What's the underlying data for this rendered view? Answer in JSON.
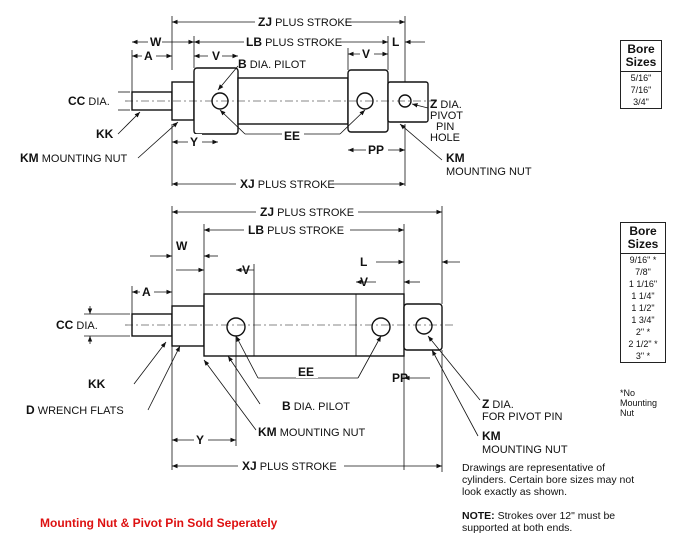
{
  "top": {
    "zj": "ZJ",
    "zj_text": "PLUS STROKE",
    "w": "W",
    "lb": "LB",
    "lb_text": "PLUS STROKE",
    "v1": "V",
    "v2": "V",
    "l": "L",
    "a": "A",
    "b": "B",
    "b_text": "DIA. PILOT",
    "cc": "CC",
    "cc_text": "DIA.",
    "z": "Z",
    "z_text1": "DIA.",
    "z_text2": "PIVOT",
    "z_text3": "PIN",
    "z_text4": "HOLE",
    "kk": "KK",
    "ee": "EE",
    "km_left": "KM",
    "km_left_text": "MOUNTING NUT",
    "y": "Y",
    "pp": "PP",
    "km_right": "KM",
    "km_right_text": "MOUNTING NUT",
    "xj": "XJ",
    "xj_text": "PLUS STROKE"
  },
  "bottom": {
    "zj": "ZJ",
    "zj_text": "PLUS STROKE",
    "lb": "LB",
    "lb_text": "PLUS STROKE",
    "w": "W",
    "l": "L",
    "v_left": "V",
    "v_right": "V",
    "a": "A",
    "cc": "CC",
    "cc_text": "DIA.",
    "ee": "EE",
    "pp": "PP",
    "kk": "KK",
    "d": "D",
    "d_text": "WRENCH FLATS",
    "b": "B",
    "b_text": "DIA. PILOT",
    "z": "Z",
    "z_text1": "DIA.",
    "z_text2": "FOR PIVOT PIN",
    "y": "Y",
    "km_mid": "KM",
    "km_mid_text": "MOUNTING NUT",
    "km_right": "KM",
    "km_right_text": "MOUNTING NUT",
    "xj": "XJ",
    "xj_text": "PLUS STROKE"
  },
  "bore_table_top": {
    "header1": "Bore",
    "header2": "Sizes",
    "sizes": [
      "5/16\"",
      "7/16\"",
      "3/4\""
    ]
  },
  "bore_table_bottom": {
    "header1": "Bore",
    "header2": "Sizes",
    "sizes": [
      "9/16\" *",
      "7/8\"",
      "1 1/16\"",
      "1 1/4\"",
      "1 1/2\"",
      "1 3/4\"",
      "2\" *",
      "2 1/2\" *",
      "3\" *"
    ],
    "footnote": "*No Mounting Nut"
  },
  "notes": {
    "representative": "Drawings are representative of cylinders. Certain bore sizes may not look exactly as shown.",
    "note_label": "NOTE:",
    "note_text": "Strokes over 12\" must be supported at both ends.",
    "red_text": "Mounting Nut & Pivot Pin Sold Seperately"
  }
}
